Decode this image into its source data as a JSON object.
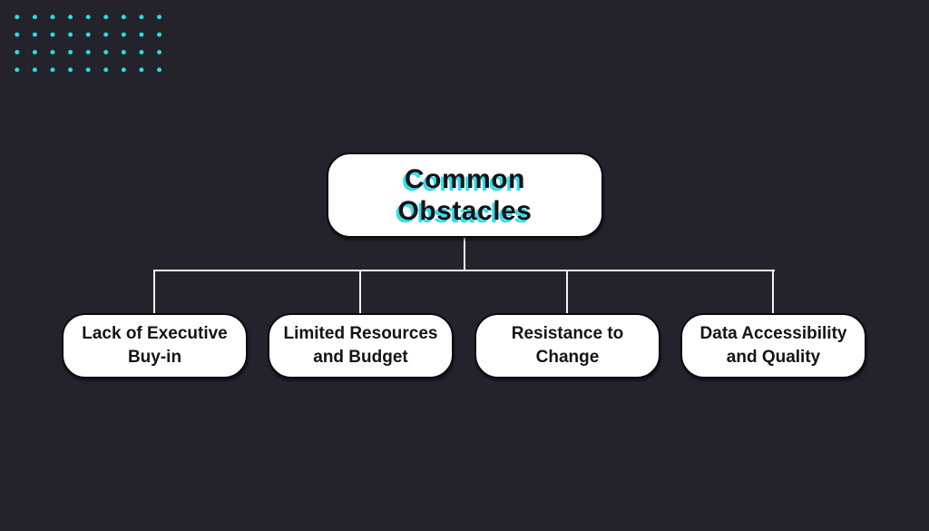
{
  "canvas": {
    "background_color": "#24232c",
    "line_color": "#f2f2f2",
    "accent_color": "#2adde6"
  },
  "decor": {
    "dot_grid": {
      "rows": 4,
      "cols": 9,
      "color": "#2adde6"
    }
  },
  "diagram": {
    "root": {
      "label": "Common Obstacles",
      "text_color": "#141319",
      "shadow_color": "#33dfe8",
      "fill": "#ffffff"
    },
    "children": [
      {
        "label": "Lack of Executive Buy-in"
      },
      {
        "label": "Limited Resources and Budget"
      },
      {
        "label": "Resistance to Change"
      },
      {
        "label": "Data Accessibility and Quality"
      }
    ]
  }
}
